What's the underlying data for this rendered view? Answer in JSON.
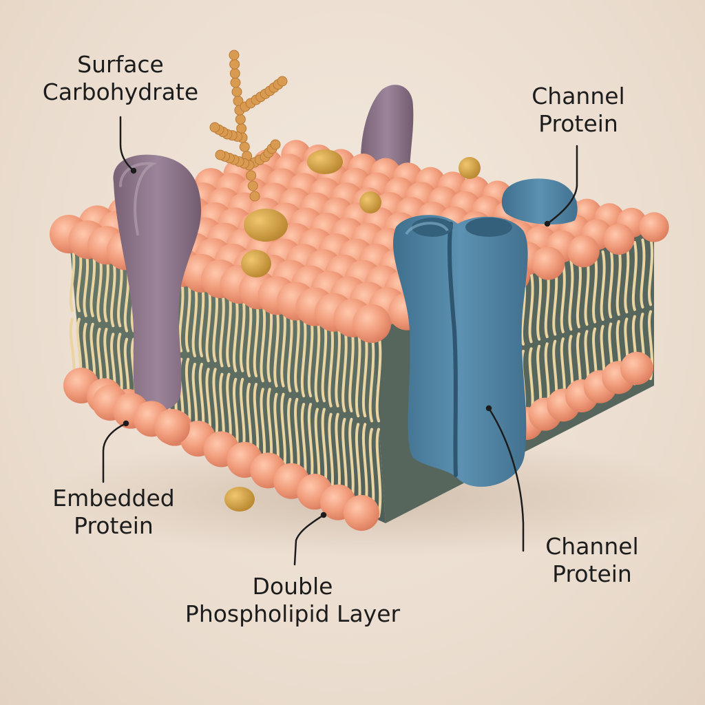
{
  "labels": {
    "surface_carbohydrate": {
      "line1": "Surface",
      "line2": "Carbohydrate"
    },
    "channel_protein_top": {
      "line1": "Channel",
      "line2": "Protein"
    },
    "embedded_protein": {
      "line1": "Embedded",
      "line2": "Protein"
    },
    "double_phospholipid_layer": {
      "line1": "Double",
      "line2": "Phospholipid Layer"
    },
    "channel_protein_bottom": {
      "line1": "Channel",
      "line2": "Protein"
    }
  },
  "colors": {
    "background": "#efe4d8",
    "lipid_head": "#f0a080",
    "lipid_tail": "#e8cf9a",
    "membrane_core": "#5f7064",
    "channel_protein": "#4f82a0",
    "embedded_protein": "#8d7488",
    "carbohydrate": "#d79c55",
    "molecule": "#d4a347",
    "leader_line": "#1c1c1c"
  }
}
